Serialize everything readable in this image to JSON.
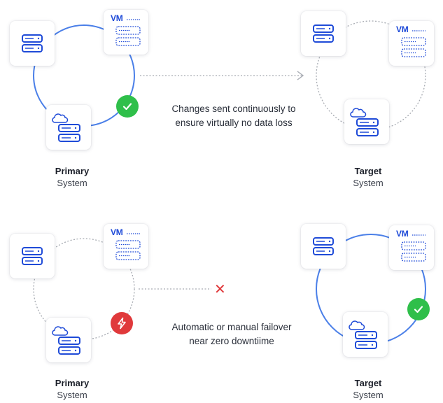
{
  "colors": {
    "active_ring": "#4a7fe8",
    "inactive_ring": "#a7abb2",
    "success": "#2fbf4a",
    "error": "#e0393b",
    "vm_blue": "#1f4bd8"
  },
  "icons": {
    "server": "server-stack-icon",
    "vm": "virtual-machine-icon",
    "cloud_server": "cloud-server-icon",
    "check": "check-badge-icon",
    "failure": "lightning-badge-icon",
    "link_broken": "x-mark-icon"
  },
  "vm_label": "VM",
  "replication": {
    "caption_line1": "Changes sent continuously to",
    "caption_line2": "ensure virtually no data loss"
  },
  "failover": {
    "caption_line1": "Automatic or manual failover",
    "caption_line2": "near zero downtiime"
  },
  "primary": {
    "title": "Primary",
    "subtitle": "System"
  },
  "target": {
    "title": "Target",
    "subtitle": "System"
  }
}
